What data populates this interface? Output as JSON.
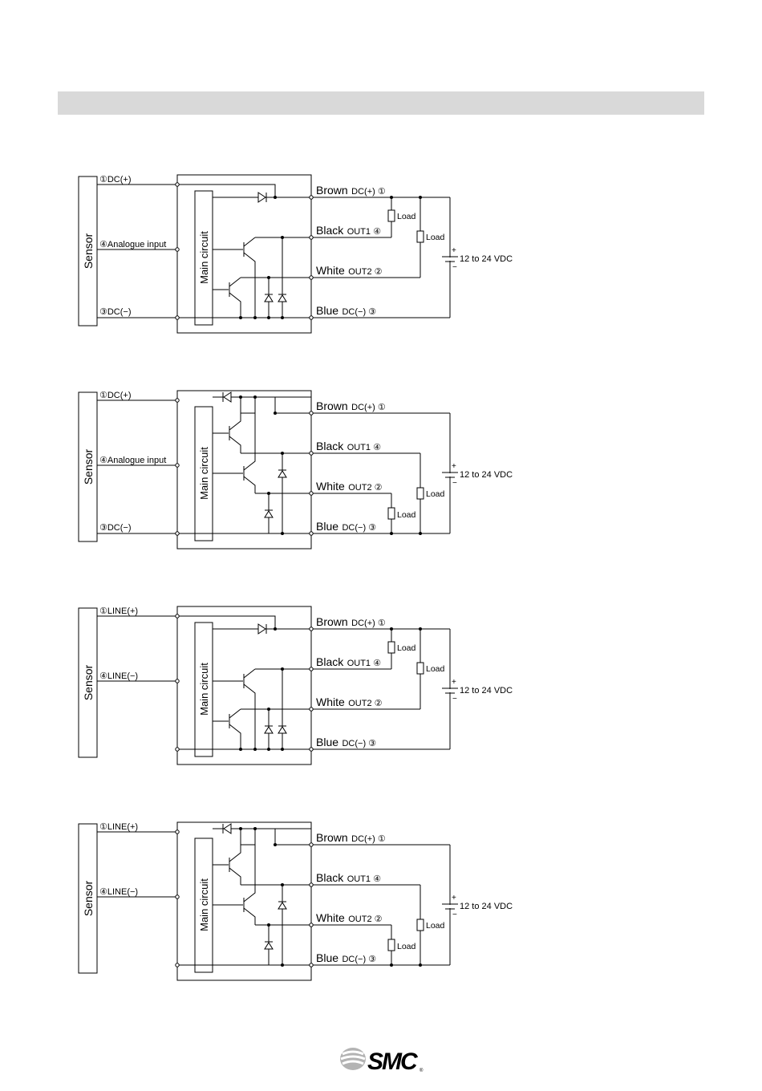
{
  "labels": {
    "sensor": "Sensor",
    "main_circuit": "Main circuit",
    "brown_name": "Brown",
    "brown_sub": "DC(+) ①",
    "black_name": "Black",
    "black_sub": "OUT1 ④",
    "white_name": "White",
    "white_sub": "OUT2 ②",
    "blue_name": "Blue",
    "blue_sub": "DC(−) ③",
    "load": "Load",
    "supply": "12 to 24 VDC",
    "plus": "+",
    "minus": "−"
  },
  "diagrams": [
    {
      "id": "npn-analogue",
      "type": "NPN",
      "left_top": "①DC(+)",
      "left_mid": "④Analogue input",
      "left_bot": "③DC(−)"
    },
    {
      "id": "pnp-analogue",
      "type": "PNP",
      "left_top": "①DC(+)",
      "left_mid": "④Analogue input",
      "left_bot": "③DC(−)"
    },
    {
      "id": "npn-line",
      "type": "NPN",
      "left_top": "①LINE(+)",
      "left_mid": "④LINE(−)",
      "left_bot": ""
    },
    {
      "id": "pnp-line",
      "type": "PNP",
      "left_top": "①LINE(+)",
      "left_mid": "④LINE(−)",
      "left_bot": ""
    }
  ],
  "footer": {
    "logo_text": "SMC",
    "logo_mark": "®"
  }
}
